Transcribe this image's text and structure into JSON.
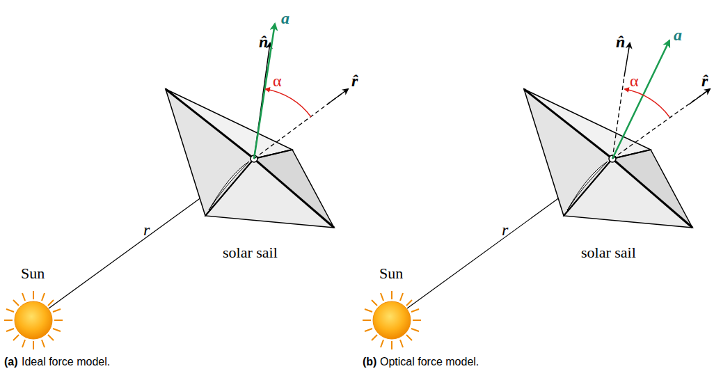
{
  "diagram": {
    "labels": [
      "a",
      "n̂",
      "α",
      "r̂",
      "r",
      "solar sail",
      "Sun",
      "(a)",
      "Ideal force model.",
      "n̂",
      "a",
      "α",
      "r̂",
      "r",
      "solar sail",
      "Sun",
      "(b)",
      "Optical force model."
    ]
  }
}
